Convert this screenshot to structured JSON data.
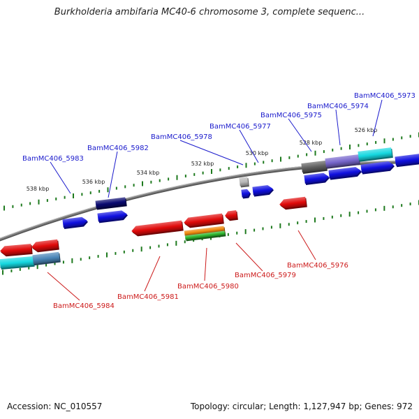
{
  "title": "Burkholderia ambifaria MC40-6 chromosome 3, complete sequenc...",
  "footer": {
    "accession": "Accession: NC_010557",
    "topology": "Topology: circular; Length: 1,127,947 bp; Genes: 972"
  },
  "scale_labels": [
    "538 kbp",
    "536 kbp",
    "534 kbp",
    "532 kbp",
    "530 kbp",
    "528 kbp",
    "526 kbp"
  ],
  "colors": {
    "backbone": "#7f7f7f",
    "tick": "#1e7a1e",
    "upper_label": "#1a1acc",
    "lower_label": "#cc1a1a",
    "blue": "#1010e0",
    "navy": "#0a0a70",
    "red": "#e00a0a",
    "cyan": "#15d8e0",
    "steel": "#4a86b8",
    "slate": "#7766cc",
    "dark_gray": "#5f5f5f",
    "light_gray": "#b8b8b8",
    "orange": "#f08a10",
    "green": "#2fb82f"
  },
  "genes_upper": [
    "BamMC406_5983",
    "BamMC406_5982",
    "BamMC406_5978",
    "BamMC406_5977",
    "BamMC406_5975",
    "BamMC406_5974",
    "BamMC406_5973"
  ],
  "genes_lower": [
    "BamMC406_5984",
    "BamMC406_5981",
    "BamMC406_5980",
    "BamMC406_5979",
    "BamMC406_5976"
  ]
}
